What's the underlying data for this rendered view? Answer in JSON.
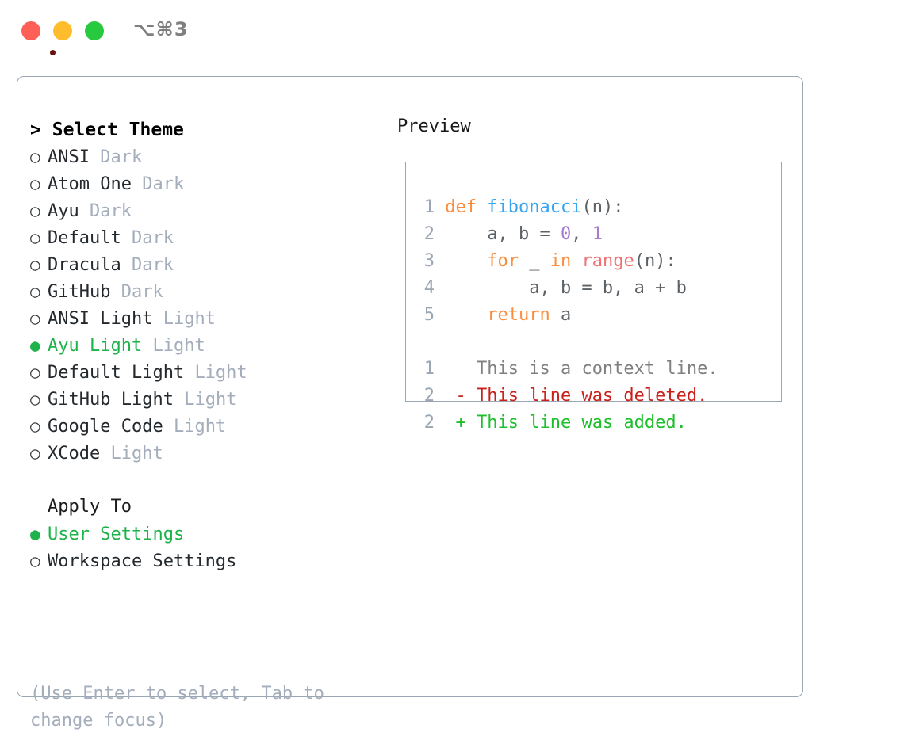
{
  "window": {
    "title": "⌥⌘3",
    "traffic_lights": [
      "close-red",
      "minimize-yellow",
      "maximize-green"
    ]
  },
  "colors": {
    "accent_green": "#1eb24a",
    "muted": "#a3adbb",
    "border": "#9aa6b4",
    "keyword": "#fa8d3e",
    "function": "#37a5f0",
    "number": "#a37acc",
    "builtin": "#f07171",
    "plain": "#5c6166",
    "diff_context": "#808080",
    "diff_deleted": "#c8201a",
    "diff_added": "#1dbf2b"
  },
  "theme_picker": {
    "caret": ">",
    "heading": "Select Theme",
    "bullet_off": "○",
    "bullet_on": "●",
    "items": [
      {
        "name": "ANSI",
        "tag": "Dark",
        "selected": false
      },
      {
        "name": "Atom One",
        "tag": "Dark",
        "selected": false
      },
      {
        "name": "Ayu",
        "tag": "Dark",
        "selected": false
      },
      {
        "name": "Default",
        "tag": "Dark",
        "selected": false
      },
      {
        "name": "Dracula",
        "tag": "Dark",
        "selected": false
      },
      {
        "name": "GitHub",
        "tag": "Dark",
        "selected": false
      },
      {
        "name": "ANSI Light",
        "tag": "Light",
        "selected": false
      },
      {
        "name": "Ayu Light",
        "tag": "Light",
        "selected": true
      },
      {
        "name": "Default Light",
        "tag": "Light",
        "selected": false
      },
      {
        "name": "GitHub Light",
        "tag": "Light",
        "selected": false
      },
      {
        "name": "Google Code",
        "tag": "Light",
        "selected": false
      },
      {
        "name": "XCode",
        "tag": "Light",
        "selected": false
      }
    ]
  },
  "apply_to": {
    "heading": "Apply To",
    "items": [
      {
        "name": "User Settings",
        "selected": true
      },
      {
        "name": "Workspace Settings",
        "selected": false
      }
    ]
  },
  "hint": "(Use Enter to select, Tab to change focus)",
  "preview": {
    "label": "Preview",
    "code_lines": [
      {
        "number": "1",
        "tokens": [
          {
            "text": "def ",
            "cls": "kw"
          },
          {
            "text": "fibonacci",
            "cls": "fn"
          },
          {
            "text": "(n):",
            "cls": "punct"
          }
        ]
      },
      {
        "number": "2",
        "tokens": [
          {
            "text": "    a, b = ",
            "cls": "plain"
          },
          {
            "text": "0",
            "cls": "num"
          },
          {
            "text": ", ",
            "cls": "plain"
          },
          {
            "text": "1",
            "cls": "num"
          }
        ]
      },
      {
        "number": "3",
        "tokens": [
          {
            "text": "    for ",
            "cls": "kw"
          },
          {
            "text": "_ ",
            "cls": "plain"
          },
          {
            "text": "in ",
            "cls": "kw"
          },
          {
            "text": "range",
            "cls": "bi"
          },
          {
            "text": "(n):",
            "cls": "punct"
          }
        ]
      },
      {
        "number": "4",
        "tokens": [
          {
            "text": "        a, b = b, a + b",
            "cls": "plain"
          }
        ]
      },
      {
        "number": "5",
        "tokens": [
          {
            "text": "    return ",
            "cls": "kw"
          },
          {
            "text": "a",
            "cls": "plain"
          }
        ]
      }
    ],
    "diff_lines": [
      {
        "number": "1",
        "marker": " ",
        "text": " This is a context line.",
        "cls": "ctx"
      },
      {
        "number": "2",
        "marker": "-",
        "text": " This line was deleted.",
        "cls": "del"
      },
      {
        "number": "2",
        "marker": "+",
        "text": " This line was added.",
        "cls": "add"
      }
    ]
  }
}
